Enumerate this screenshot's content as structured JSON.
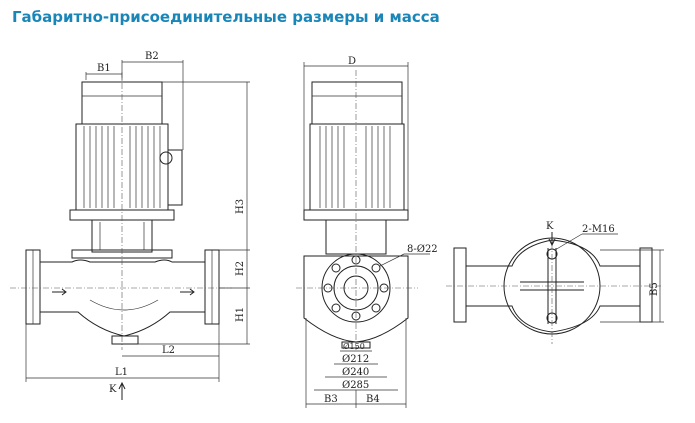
{
  "header": {
    "title": "Габаритно-присоединительные размеры и масса"
  },
  "dims": {
    "b1": "B1",
    "b2": "B2",
    "h3": "H3",
    "h2": "H2",
    "h1": "H1",
    "l2": "L2",
    "l1": "L1",
    "k_bottom": "K",
    "d": "D",
    "holes": "8-Ø22",
    "d150": "Ø150",
    "d212": "Ø212",
    "d240": "Ø240",
    "d285": "Ø285",
    "b3": "B3",
    "b4": "B4",
    "k_top": "K",
    "m16": "2-M16",
    "b5": "B5"
  },
  "colors": {
    "title": "#1a86b8",
    "lines": "#222222"
  }
}
